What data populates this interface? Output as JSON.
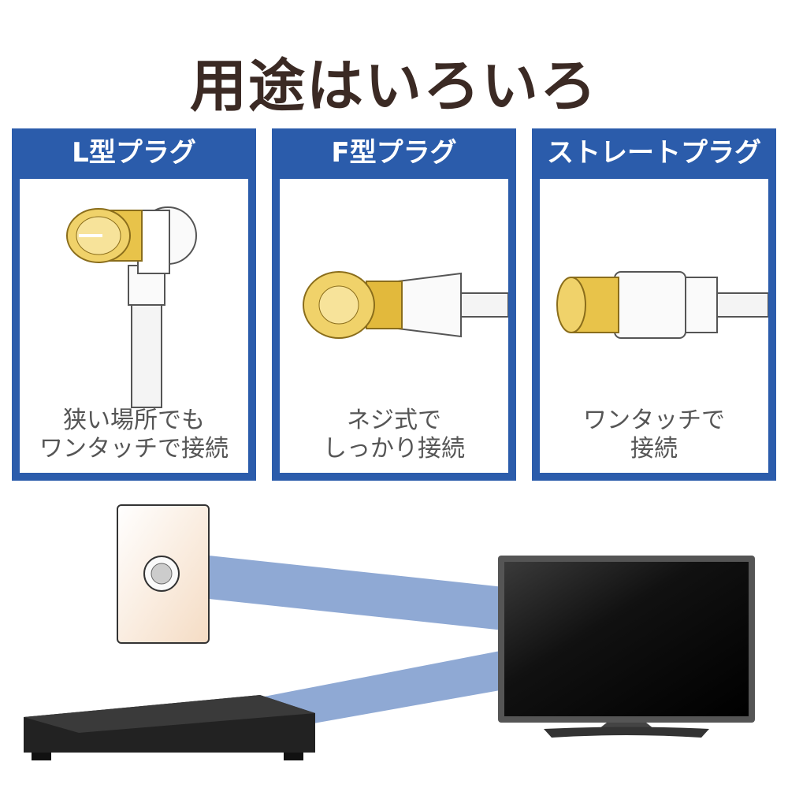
{
  "title": "用途はいろいろ",
  "cards": [
    {
      "header": "L型プラグ",
      "caption_line1": "狭い場所でも",
      "caption_line2": "ワンタッチで接続"
    },
    {
      "header": "F型プラグ",
      "caption_line1": "ネジ式で",
      "caption_line2": "しっかり接続"
    },
    {
      "header": "ストレートプラグ",
      "caption_line1": "ワンタッチで",
      "caption_line2": "接続"
    }
  ],
  "colors": {
    "card_blue": "#2b5cab",
    "title_brown": "#3b2a24",
    "gold": "#e8c34a",
    "beam": "#8fa9d4"
  }
}
